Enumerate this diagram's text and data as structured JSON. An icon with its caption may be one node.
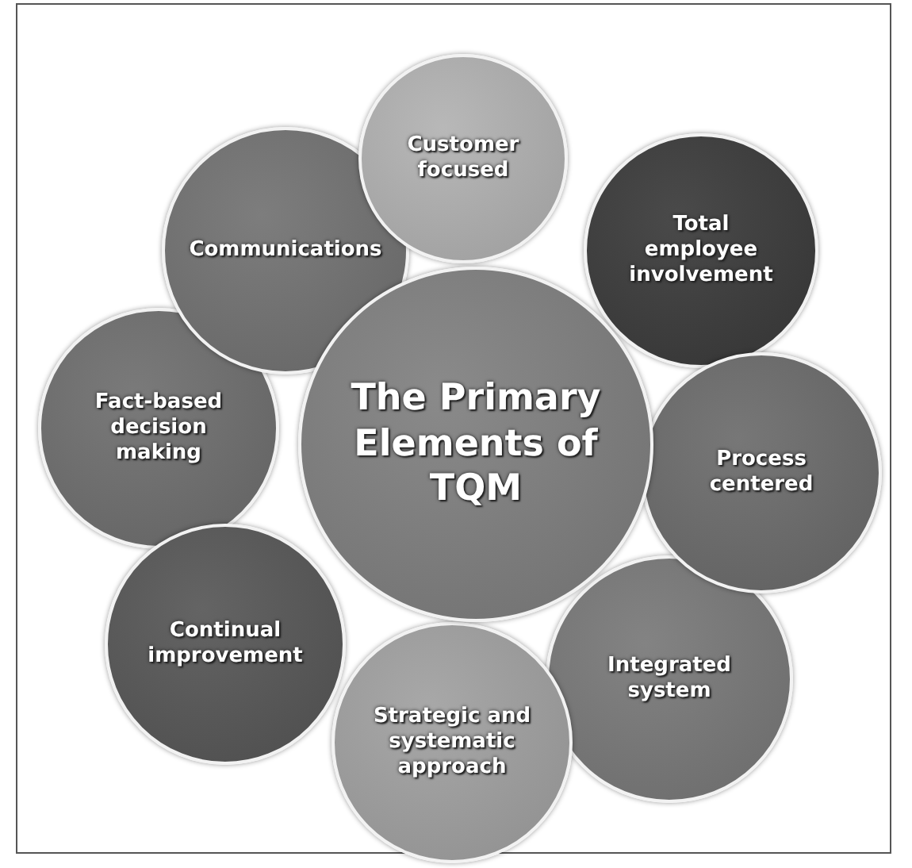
{
  "diagram": {
    "nodes": [
      {
        "text": [
          "The Primary Elements of TQM"
        ]
      },
      {
        "text": [
          "Customer focused"
        ]
      },
      {
        "text": [
          "Total employee involvement"
        ]
      },
      {
        "text": [
          "Process centered"
        ]
      },
      {
        "text": [
          "Integrated system"
        ]
      },
      {
        "text": [
          "Strategic and systematic approach"
        ]
      },
      {
        "text": [
          "Continual improvement"
        ]
      },
      {
        "text": [
          "Fact-based decision making"
        ]
      },
      {
        "text": [
          "Communications"
        ]
      }
    ]
  }
}
